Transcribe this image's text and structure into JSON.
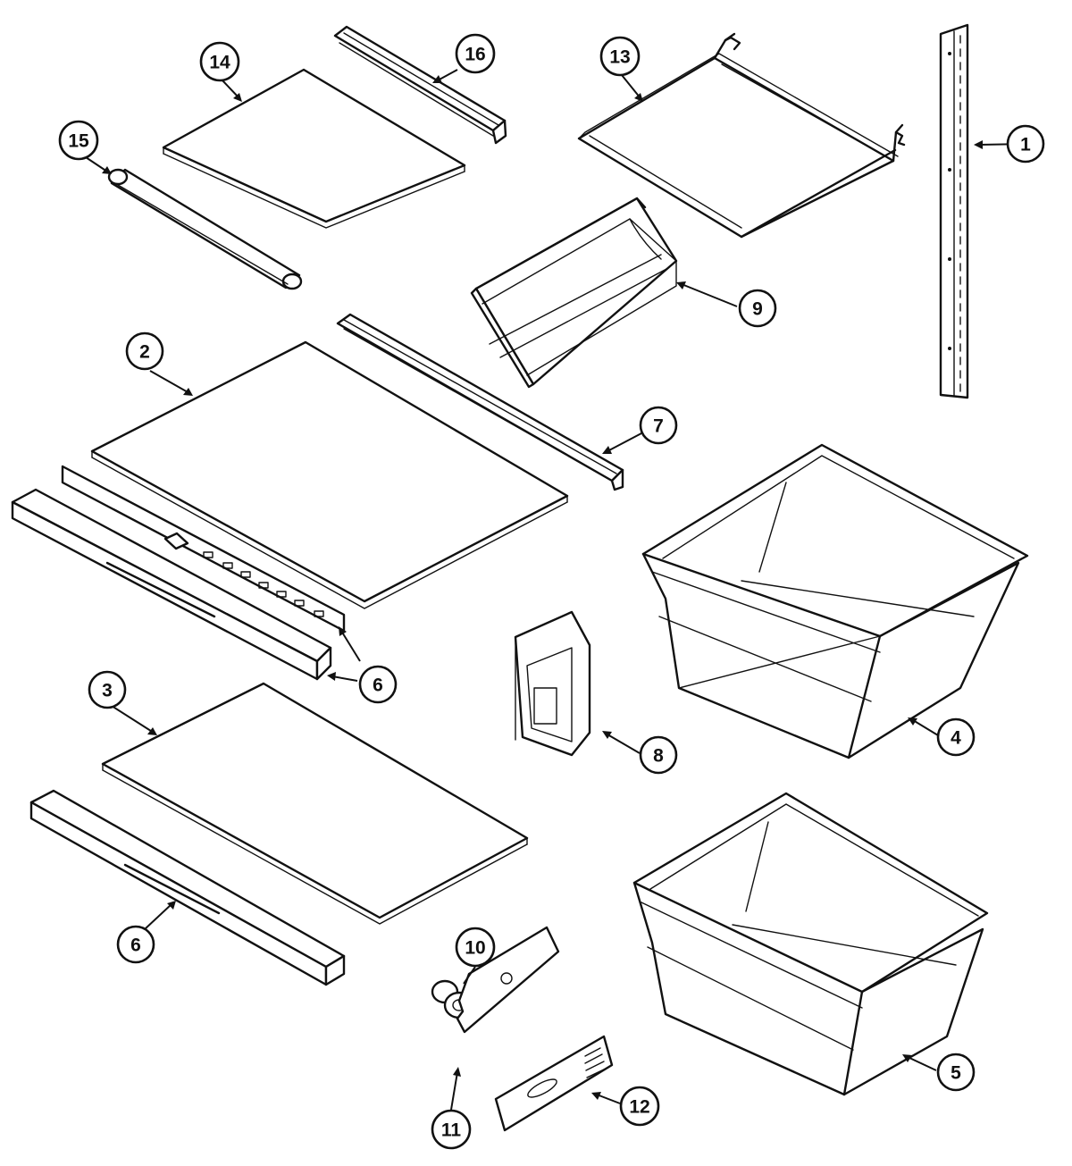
{
  "callouts": [
    {
      "id": "1",
      "label": "1"
    },
    {
      "id": "2",
      "label": "2"
    },
    {
      "id": "3",
      "label": "3"
    },
    {
      "id": "4",
      "label": "4"
    },
    {
      "id": "5",
      "label": "5"
    },
    {
      "id": "6a",
      "label": "6"
    },
    {
      "id": "6b",
      "label": "6"
    },
    {
      "id": "7",
      "label": "7"
    },
    {
      "id": "8",
      "label": "8"
    },
    {
      "id": "9",
      "label": "9"
    },
    {
      "id": "10",
      "label": "10"
    },
    {
      "id": "11",
      "label": "11"
    },
    {
      "id": "12",
      "label": "12"
    },
    {
      "id": "13",
      "label": "13"
    },
    {
      "id": "14",
      "label": "14"
    },
    {
      "id": "15",
      "label": "15"
    },
    {
      "id": "16",
      "label": "16"
    }
  ]
}
